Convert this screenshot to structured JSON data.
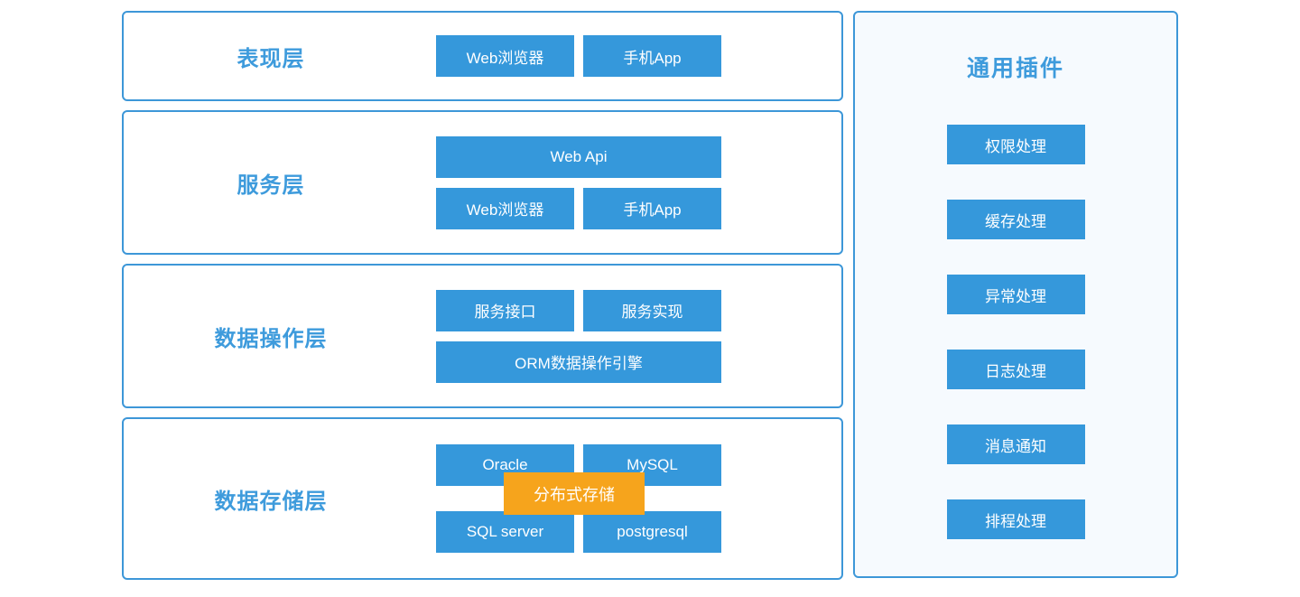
{
  "colors": {
    "node_blue": "#3598DB",
    "border_blue": "#3D97D8",
    "label_blue": "#3E9BDC",
    "accent_orange": "#F6A41C",
    "panel_bg": "#F6FAFE"
  },
  "layers": [
    {
      "id": "presentation",
      "label": "表现层",
      "rows": [
        [
          "Web浏览器",
          "手机App"
        ]
      ]
    },
    {
      "id": "service",
      "label": "服务层",
      "rows": [
        [
          "Web Api"
        ],
        [
          "Web浏览器",
          "手机App"
        ]
      ]
    },
    {
      "id": "data-operation",
      "label": "数据操作层",
      "rows": [
        [
          "服务接口",
          "服务实现"
        ],
        [
          "ORM数据操作引擎"
        ]
      ]
    },
    {
      "id": "data-storage",
      "label": "数据存储层",
      "rows": [
        [
          "Oracle",
          "MySQL"
        ],
        [
          "SQL server",
          "postgresql"
        ]
      ],
      "overlay": "分布式存储"
    }
  ],
  "plugins_panel": {
    "title": "通用插件",
    "items": [
      "权限处理",
      "缓存处理",
      "异常处理",
      "日志处理",
      "消息通知",
      "排程处理"
    ]
  }
}
